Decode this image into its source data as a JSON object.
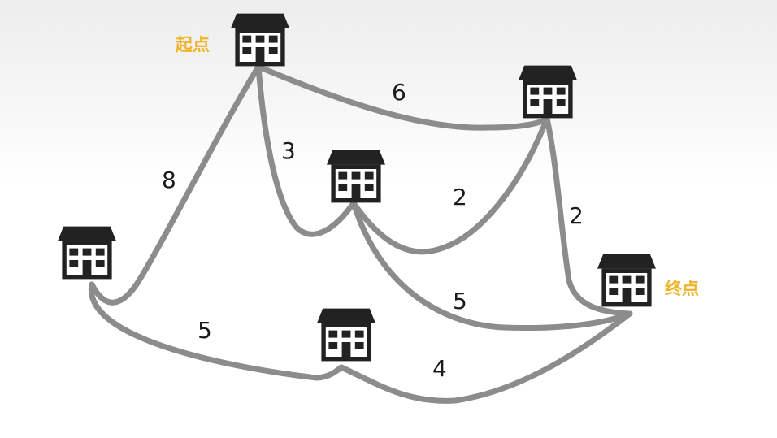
{
  "labels": {
    "start": "起点",
    "end": "终点"
  },
  "edges": [
    {
      "from": "start",
      "to": "top-right",
      "weight": "6"
    },
    {
      "from": "start",
      "to": "center",
      "weight": "3"
    },
    {
      "from": "start",
      "to": "left",
      "weight": "8"
    },
    {
      "from": "center",
      "to": "top-right",
      "weight": "2"
    },
    {
      "from": "top-right",
      "to": "end",
      "weight": "2"
    },
    {
      "from": "center",
      "to": "end",
      "weight": "5"
    },
    {
      "from": "left",
      "to": "bottom",
      "weight": "5"
    },
    {
      "from": "bottom",
      "to": "end",
      "weight": "4"
    }
  ],
  "colors": {
    "route": "#8c8c8c",
    "building": "#222222",
    "highlight_label": "#f0b429"
  },
  "icons": {
    "node": "building-icon"
  }
}
